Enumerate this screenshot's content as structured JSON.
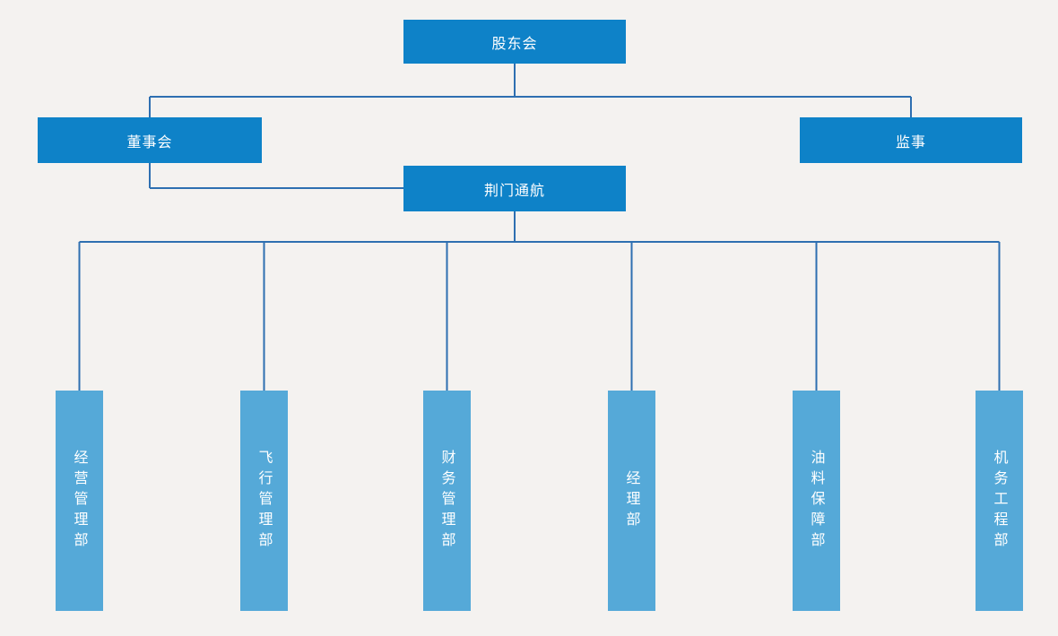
{
  "colors": {
    "background": "#f4f2f0",
    "box_primary": "#0e82c8",
    "box_secondary": "#55a9d8",
    "connector_line": "#2e6fb1",
    "text": "#ffffff"
  },
  "org_chart": {
    "root": {
      "label": "股东会"
    },
    "level2": [
      {
        "label": "董事会"
      },
      {
        "label": "监事"
      }
    ],
    "company": {
      "label": "荆门通航"
    },
    "departments": [
      {
        "label": "经营管理部"
      },
      {
        "label": "飞行管理部"
      },
      {
        "label": "财务管理部"
      },
      {
        "label": "经理部"
      },
      {
        "label": "油料保障部"
      },
      {
        "label": "机务工程部"
      }
    ]
  }
}
